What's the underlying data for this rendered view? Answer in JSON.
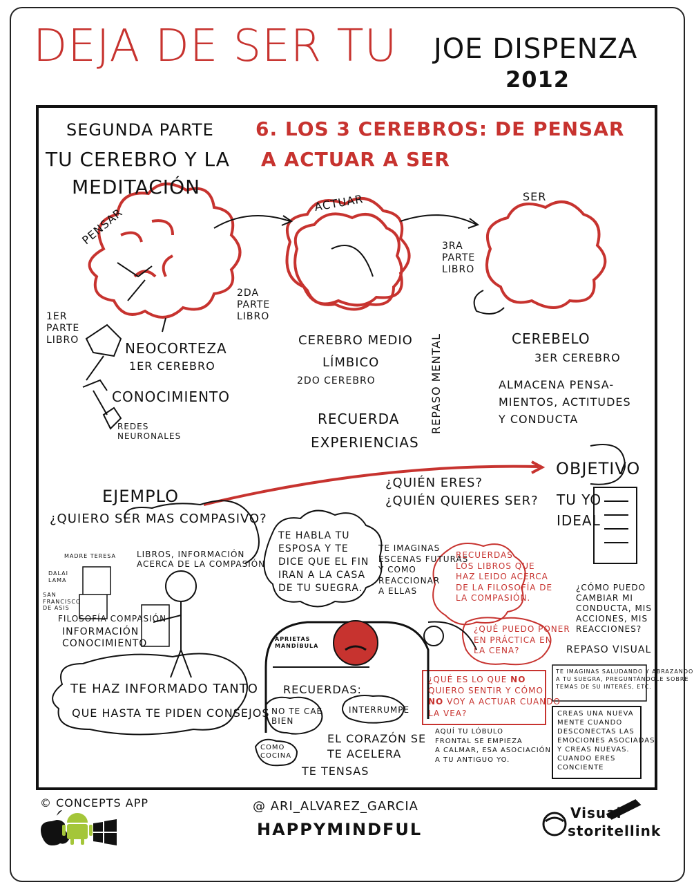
{
  "header": {
    "title": "DEJA DE SER TU",
    "author": "JOE DISPENZA",
    "year": "2012"
  },
  "section": {
    "part": "SEGUNDA PARTE",
    "subtitle_line1": "TU CEREBRO Y LA",
    "subtitle_line2": "MEDITACIÓN",
    "chapter_line1": "6. LOS 3 CEREBROS: DE PENSAR",
    "chapter_line2": "A ACTUAR A SER"
  },
  "brains": {
    "pensar": "PENSAR",
    "actuar": "ACTUAR",
    "ser": "SER",
    "first_part": "1ER\nPARTE\nLIBRO",
    "second_part": "2DA\nPARTE\nLIBRO",
    "third_part": "3RA\nPARTE\nLIBRO",
    "neocortex_1": "NEOCORTEZA",
    "neocortex_2": "1ER CEREBRO",
    "conocimiento": "CONOCIMIENTO",
    "redes": "REDES\nNEURONALES",
    "medio_1": "CEREBRO MEDIO",
    "medio_2": "LÍMBICO",
    "medio_3": "2DO CEREBRO",
    "recuerda_1": "RECUERDA",
    "recuerda_2": "EXPERIENCIAS",
    "repaso_mental": "REPASO MENTAL",
    "cerebelo_1": "CEREBELO",
    "cerebelo_2": "3ER CEREBRO",
    "almacena": "ALMACENA PENSA-\nMIENTOS, ACTITUDES\nY CONDUCTA"
  },
  "example": {
    "ejemplo": "EJEMPLO",
    "question": "¿QUIERO SER MAS COMPASIVO?",
    "quien_1": "¿QUIÉN ERES?",
    "quien_2": "¿QUIÉN QUIERES SER?",
    "objetivo": "OBJETIVO",
    "tu_yo_ideal": "TU YO\nIDEAL",
    "madre_teresa": "MADRE TERESA",
    "dalai_lama": "DALAI\nLAMA",
    "san_francisco": "SAN\nFRANCISCO\nDE ASIS",
    "libros": "LIBROS, INFORMACIÓN\nACERCA DE LA COMPASIÓN",
    "filosofia": "FILOSOFÍA COMPASIÓN",
    "informacion": "INFORMACIÓN\nCONOCIMIENTO",
    "bubble_habla": "TE HABLA TU\nESPOSA Y TE\nDICE QUE EL FIN\nIRAN A LA CASA\nDE TU SUEGRA.",
    "te_imaginas": "TE IMAGINAS\nESCENAS FUTURAS\nY COMO\nREACCIONAR\nA ELLAS",
    "recuerdas_libros": "RECUERDAS\nLOS LIBROS QUE\nHAZ LEIDO ACERCA\nDE LA FILOSOFÍA DE\nLA COMPASIÓN.",
    "que_puedo": "¿QUÉ PUEDO PONER\nEN PRÁCTICA EN\nLA CENA?",
    "como_puedo": "¿CÓMO PUEDO\nCAMBIAR MI\nCONDUCTA, MIS\nACCIONES, MIS\nREACCIONES?",
    "repaso_visual": "REPASO VISUAL",
    "te_imaginas_saludando": "TE IMAGINAS SALUDANDO Y ABRAZANDO\nA TU SUEGRA, PREGUNTÁNDOLE SOBRE\nTEMAS DE SU INTERÉS, ETC.",
    "creas_nueva": "CREAS UNA NUEVA\nMENTE CUANDO\nDESCONECTAS LAS\nEMOCIONES ASOCIADAS\nY CREAS NUEVAS.\nCUANDO ERES\nCONCIENTE",
    "aprietas": "APRIETAS\nMANDÍBULA",
    "informado": "TE HAZ INFORMADO TANTO",
    "consejos": "QUE HASTA TE PIDEN CONSEJOS",
    "recuerdas": "RECUERDAS:",
    "no_te_cae": "NO TE CAE\nBIEN",
    "interrumpe": "INTERRUMPE",
    "como_cocina": "COMO\nCOCINA",
    "corazon": "EL CORAZÓN SE\nTE ACELERA",
    "tensas": "TE TENSAS",
    "que_es_pre": "¿QUÉ ES LO QUE ",
    "no_1": "NO",
    "que_es_mid": "\nQUIERO SENTIR Y CÓMO\n",
    "no_2": "NO",
    "que_es_post": " VOY A ACTUAR CUANDO\nLA VEA?",
    "lobulo": "AQUÍ TU LÓBULO\nFRONTAL SE EMPIEZA\nA CALMAR, ESA ASOCIACIÓN\nA TU ANTIGUO YO."
  },
  "footer": {
    "concepts": "© CONCEPTS APP",
    "handle": "@ ARI_ALVAREZ_GARCIA",
    "brand": "HAPPYMINDFUL",
    "visual": "Visual",
    "storitellink": "storitellink"
  },
  "colors": {
    "accent_red": "#c7332f",
    "ink": "#111111",
    "android_green": "#a4c639"
  }
}
